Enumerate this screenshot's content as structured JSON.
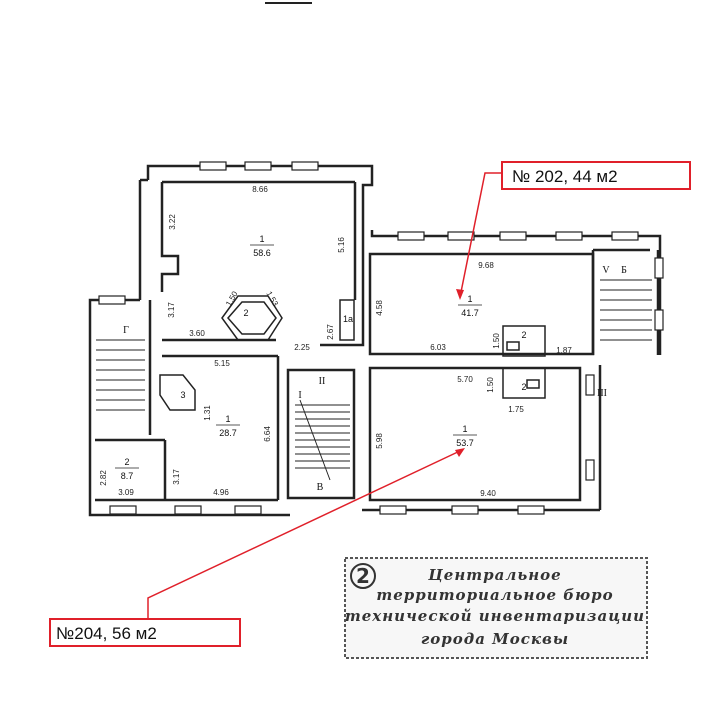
{
  "callouts": {
    "c202": {
      "text": "№ 202, 44 м2",
      "color": "#e0202a"
    },
    "c204": {
      "text": "№204, 56 м2",
      "color": "#e0202a"
    }
  },
  "stamp": {
    "number": "2",
    "lines": [
      "Центральное",
      "территориальное бюро",
      "технической инвентаризации",
      "города Москвы"
    ]
  },
  "rooms": {
    "r1_top": {
      "num": "1",
      "area": "58.6"
    },
    "r1_202": {
      "num": "1",
      "area": "41.7"
    },
    "r1_204": {
      "num": "1",
      "area": "53.7"
    },
    "r1_left": {
      "num": "1",
      "area": "28.7"
    },
    "r2_small": {
      "num": "2",
      "area": "8.7"
    },
    "r2_202": {
      "num": "2"
    },
    "r2_204": {
      "num": "2"
    },
    "r2_octa": {
      "num": "2"
    },
    "r3": {
      "num": "3"
    },
    "r1a": {
      "num": "1а"
    }
  },
  "dimensions": {
    "d866": "8.66",
    "d322": "3.22",
    "d516": "5.16",
    "d317a": "3.17",
    "d360": "3.60",
    "d150a": "1.50",
    "d153": "1.53",
    "d267": "2.67",
    "d225": "2.25",
    "d968": "9.68",
    "d458": "4.58",
    "d603": "6.03",
    "d150b": "1.50",
    "d187": "1.87",
    "d570": "5.70",
    "d150c": "1.50",
    "d175": "1.75",
    "d598": "5.98",
    "d940": "9.40",
    "d515": "5.15",
    "d131": "1.31",
    "d664": "6.64",
    "d282": "2.82",
    "d309": "3.09",
    "d317b": "3.17",
    "d496": "4.96"
  },
  "markers": {
    "m_I": "I",
    "m_II": "II",
    "m_III": "III",
    "m_V": "V",
    "m_B": "Б",
    "m_G": "Г",
    "m_Vv": "В"
  },
  "colors": {
    "walls": "#222222",
    "callout": "#e0202a",
    "stamp": "#555555"
  }
}
